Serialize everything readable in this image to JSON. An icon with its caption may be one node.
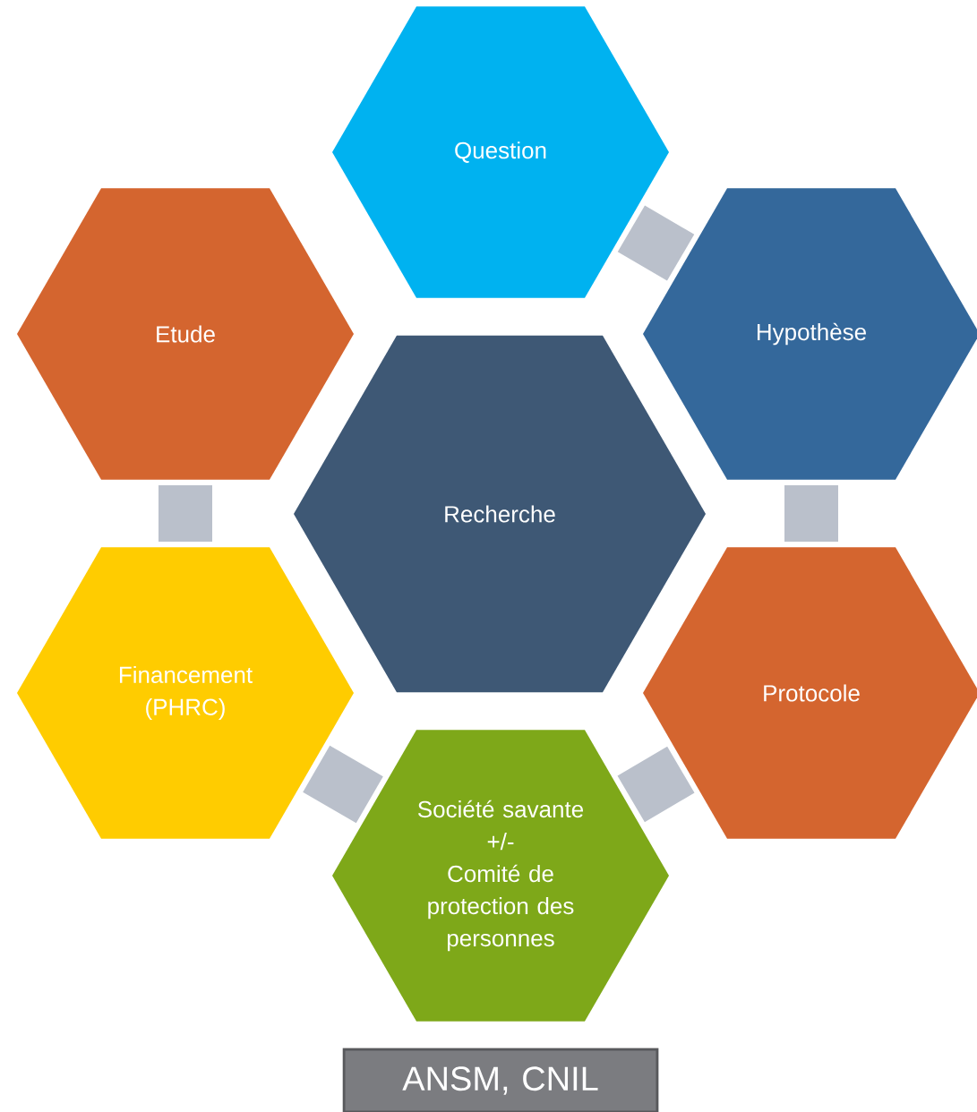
{
  "diagram": {
    "nodes": [
      {
        "text": [
          "Question"
        ]
      },
      {
        "text": [
          "Hypothèse"
        ]
      },
      {
        "text": [
          "Protocole"
        ]
      },
      {
        "text": [
          "Société savante",
          "+/-",
          "Comité de protection des personnes"
        ]
      },
      {
        "text": [
          "Financement (PHRC)"
        ]
      },
      {
        "text": [
          "Etude"
        ]
      },
      {
        "text": [
          "Recherche"
        ]
      },
      {
        "text": [
          "ANSM, CNIL"
        ]
      }
    ],
    "edges": [
      {
        "from": 0,
        "to": 1,
        "arrow": "none"
      },
      {
        "from": 1,
        "to": 2,
        "arrow": "none"
      },
      {
        "from": 2,
        "to": 3,
        "arrow": "none"
      },
      {
        "from": 3,
        "to": 4,
        "arrow": "none"
      },
      {
        "from": 4,
        "to": 5,
        "arrow": "none"
      }
    ]
  }
}
